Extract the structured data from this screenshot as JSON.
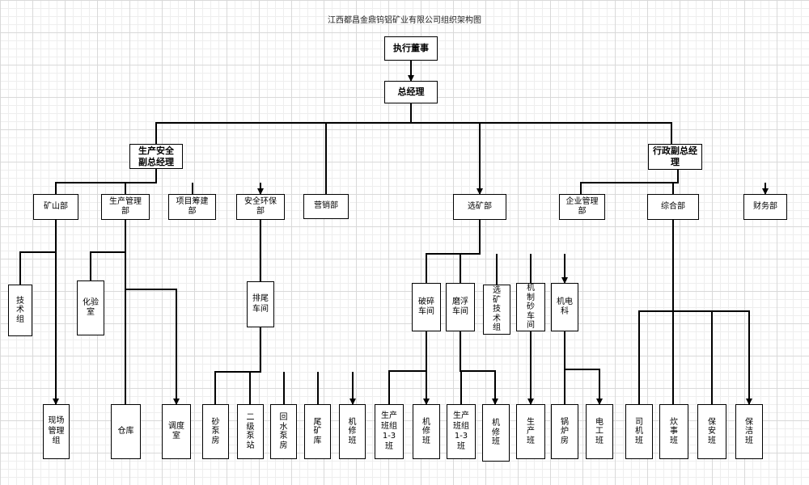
{
  "title": "江西都昌金鼎钨铝矿业有限公司组织架构图",
  "nodes": {
    "exec": "执行董事",
    "gm": "总经理",
    "safety_vp": "生产安全\n副总经理",
    "sales": "营销部",
    "mineral": "选矿部",
    "admin_vp": "行政副总经\n理",
    "mine_dept": "矿山部",
    "prod_mgmt": "生产管理\n部",
    "project": "项目筹建\n部",
    "safety_env": "安全环保\n部",
    "enterprise": "企业管理\n部",
    "general": "综合部",
    "finance": "财务部",
    "tech_group": "技术组",
    "lab": "化验\n室",
    "tailings": "排尾\n车间",
    "crushing": "破碎\n车间",
    "grinding": "磨浮\n车间",
    "mineral_tech": "选矿技术组",
    "sand_shop": "机制砂车间",
    "electro": "机电\n科",
    "site_mgmt": "现场\n管理\n组",
    "warehouse": "仓库",
    "dispatch": "调度\n室",
    "pump_sand": "砂泵房",
    "pump_2": "二级泵站",
    "pump_water": "回水泵房",
    "tail_store": "尾矿库",
    "repair_1": "机修班",
    "prod_team_a": "生产\n班组\n1-3\n班",
    "repair_2": "机修班",
    "prod_team_b": "生产\n班组\n1-3\n班",
    "repair_3": "机修班",
    "production": "生产班",
    "boiler": "锅炉房",
    "electric": "电工班",
    "driver": "司机班",
    "kitchen": "炊事班",
    "security": "保安班",
    "cleaning": "保洁班"
  }
}
